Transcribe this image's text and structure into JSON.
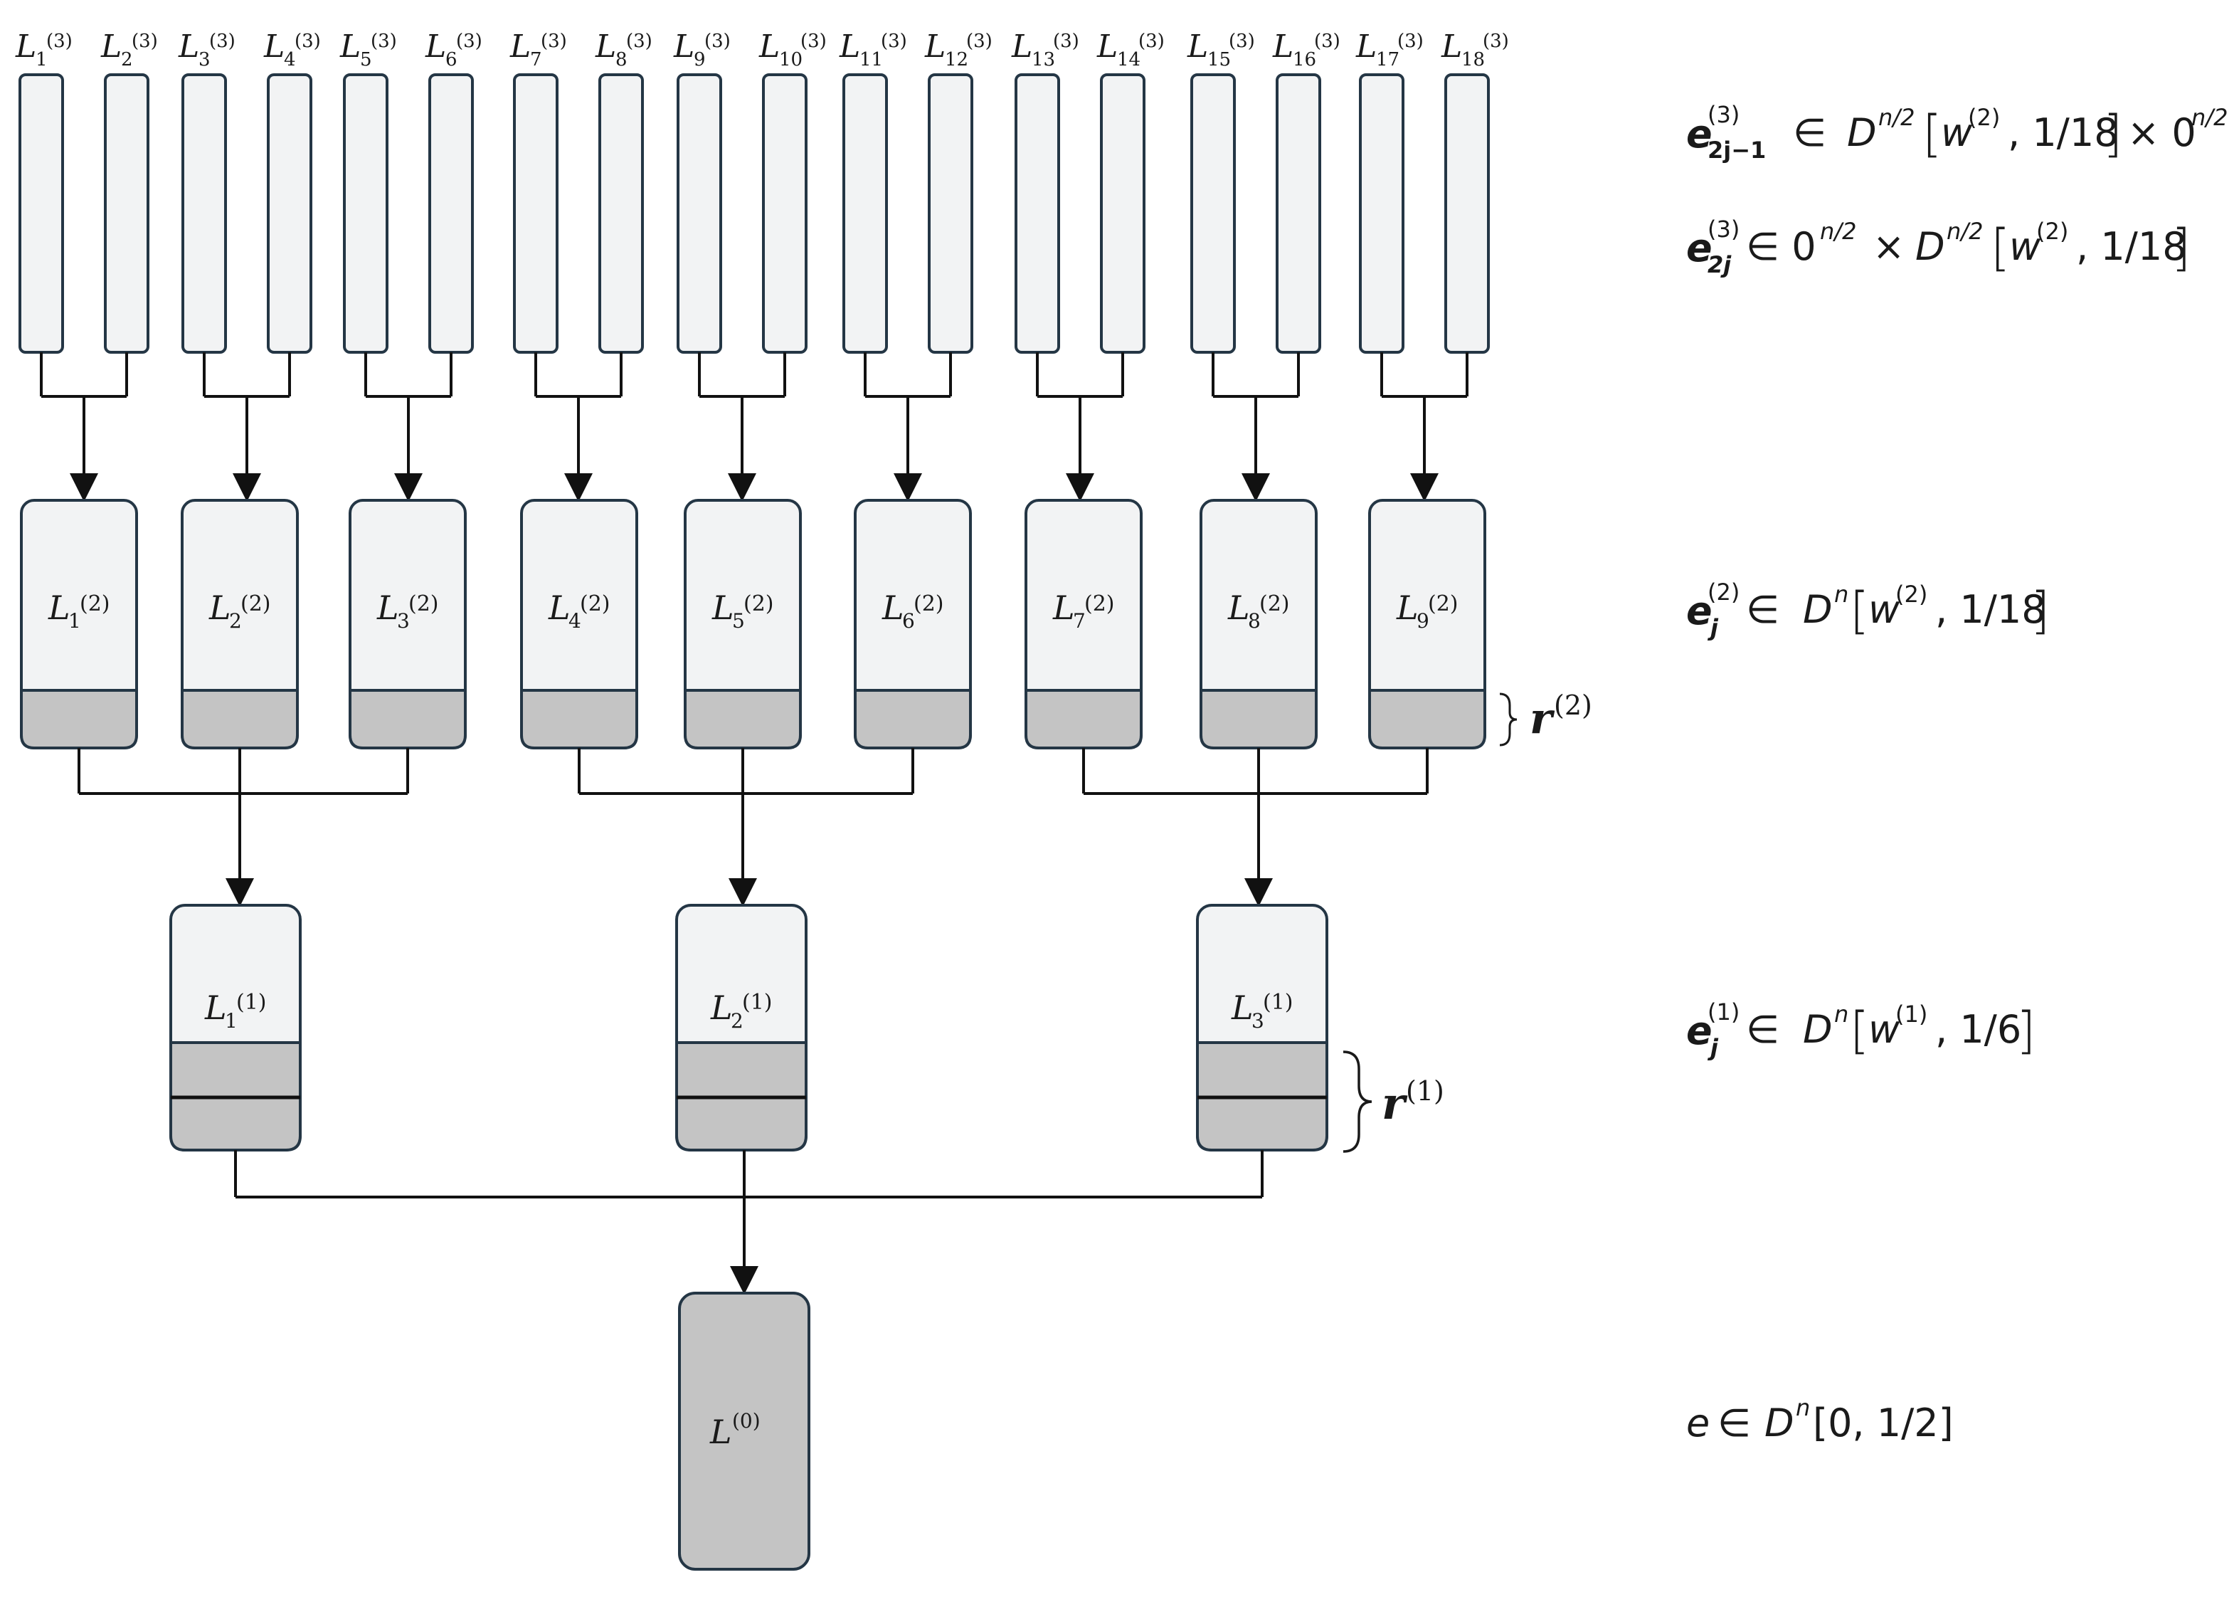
{
  "level3": {
    "labels": [
      "L",
      "L",
      "L",
      "L",
      "L",
      "L",
      "L",
      "L",
      "L",
      "L",
      "L",
      "L",
      "L",
      "L",
      "L",
      "L",
      "L",
      "L"
    ],
    "subs": [
      "1",
      "2",
      "3",
      "4",
      "5",
      "6",
      "7",
      "8",
      "9",
      "10",
      "11",
      "12",
      "13",
      "14",
      "15",
      "16",
      "17",
      "18"
    ],
    "sup": "(3)"
  },
  "level2": {
    "label": "L",
    "subs": [
      "1",
      "2",
      "3",
      "4",
      "5",
      "6",
      "7",
      "8",
      "9"
    ],
    "sup": "(2)",
    "r_label": "r",
    "r_sup": "(2)"
  },
  "level1": {
    "label": "L",
    "subs": [
      "1",
      "2",
      "3"
    ],
    "sup": "(1)",
    "r_label": "r",
    "r_sup": "(1)"
  },
  "level0": {
    "label": "L",
    "sup": "(0)"
  },
  "equations": {
    "eq3a": {
      "var": "e",
      "sup": "(3)",
      "sub": "2j−1",
      "rel": "∈",
      "D": "D",
      "D_sup": "n/2",
      "w": "w",
      "w_sup": "(2)",
      "p": ", 1/18",
      "tail": "× 0",
      "tail_sup": "n/2"
    },
    "eq3b": {
      "var": "e",
      "sup": "(3)",
      "sub": "2j",
      "rel": "∈ 0",
      "zero_sup": "n/2",
      "times": "×",
      "D": "D",
      "D_sup": "n/2",
      "w": "w",
      "w_sup": "(2)",
      "p": ", 1/18"
    },
    "eq2": {
      "var": "e",
      "sup": "(2)",
      "sub": "j",
      "rel": "∈",
      "D": "D",
      "D_sup": "n",
      "w": "w",
      "w_sup": "(2)",
      "p": ", 1/18"
    },
    "eq1": {
      "var": "e",
      "sup": "(1)",
      "sub": "j",
      "rel": "∈",
      "D": "D",
      "D_sup": "n",
      "w": "w",
      "w_sup": "(1)",
      "p": ", 1/6"
    },
    "eq0": {
      "var": "e",
      "rel": "∈",
      "D": "D",
      "D_sup": "n",
      "body": "[0, 1/2]"
    }
  },
  "colors": {
    "light_fill": "#f2f3f4",
    "dark_fill": "#c4c4c4",
    "stroke": "#243645",
    "line": "#111111"
  }
}
